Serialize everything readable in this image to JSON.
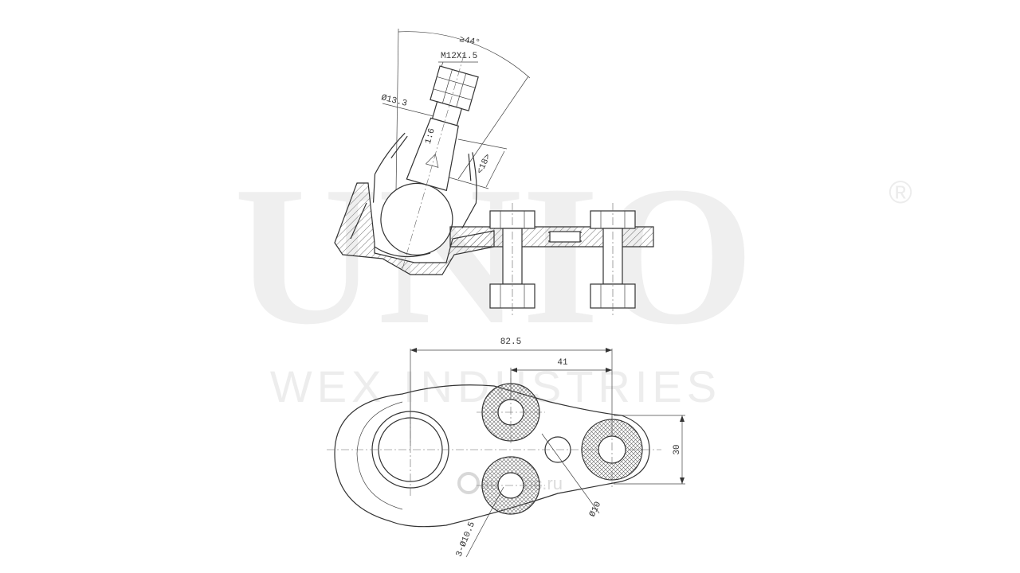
{
  "watermark": {
    "brand": "UNIO",
    "registered_mark": "®",
    "subtitle": "WEX INDUSTRIES",
    "site": "autodoc.ru"
  },
  "dimensions": {
    "angle": "≥44°",
    "thread": "M12X1.5",
    "taper": "1:6",
    "diameter_stud": "Ø13.3",
    "height": "<18>",
    "length_total": "82.5",
    "length_holes": "41",
    "width": "30",
    "bolt_holes": "3-Ø10.5",
    "pin_hole": "Ø10"
  },
  "colors": {
    "line": "#333333",
    "hatch": "#555555",
    "watermark": "#efefef"
  }
}
